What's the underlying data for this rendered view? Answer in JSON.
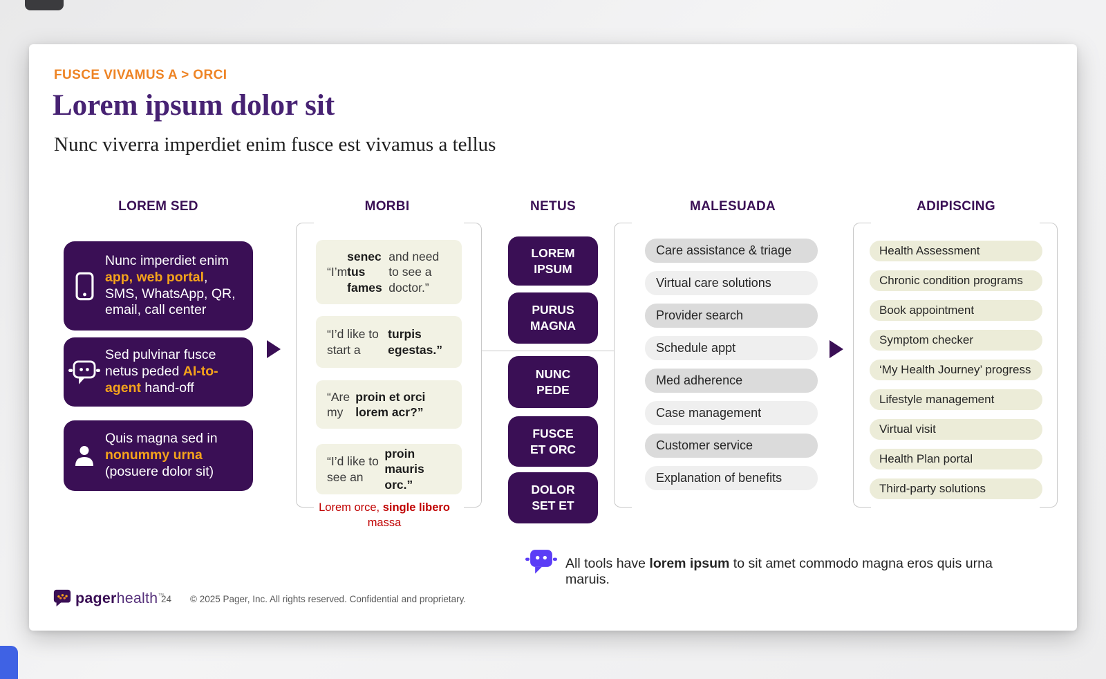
{
  "colors": {
    "brand_purple": "#3a0f55",
    "title_purple": "#472273",
    "accent_orange": "#ee8425",
    "highlight_orange": "#f5a31b",
    "alert_red": "#c00000",
    "robot_blue": "#5b3df6",
    "quote_cream": "#f2f2e4",
    "tool_cream": "#ececd8",
    "pill_gray_dark": "#dbdbdb",
    "pill_gray_light": "#efefef"
  },
  "slide": {
    "eyebrow": "FUSCE VIVAMUS A > ORCI",
    "title": "Lorem ipsum dolor sit",
    "subtitle": "Nunc viverra imperdiet enim fusce est vivamus a tellus"
  },
  "entry": {
    "header": "LOREM SED",
    "boxes": [
      {
        "icon": "smartphone-icon",
        "text": [
          {
            "t": "Nunc imperdiet enim "
          },
          {
            "t": "app, web portal",
            "s": "hl"
          },
          {
            "t": ", SMS, WhatsApp, QR, email, call center"
          }
        ]
      },
      {
        "icon": "chatbot-icon",
        "text": [
          {
            "t": "Sed pulvinar fusce netus peded "
          },
          {
            "t": "AI-to-agent",
            "s": "hl"
          },
          {
            "t": " hand-off"
          }
        ]
      },
      {
        "icon": "person-icon",
        "text": [
          {
            "t": "Quis magna sed in "
          },
          {
            "t": "nonummy urna",
            "s": "hl"
          },
          {
            "t": " (posuere dolor sit)"
          }
        ]
      }
    ]
  },
  "quotes": {
    "header": "MORBI",
    "items": [
      [
        {
          "t": "“I’m "
        },
        {
          "t": "senec tus fames",
          "s": "b"
        },
        {
          "t": " and need to see a doctor.”"
        }
      ],
      [
        {
          "t": "“I’d like to start a "
        },
        {
          "t": "turpis egestas.”",
          "s": "b"
        }
      ],
      [
        {
          "t": "“Are my "
        },
        {
          "t": "proin et orci lorem acr?”",
          "s": "b"
        }
      ],
      [
        {
          "t": "“I’d like to see an "
        },
        {
          "t": "proin mauris orc.”",
          "s": "b"
        }
      ]
    ],
    "caption": [
      {
        "t": "Lorem orce, "
      },
      {
        "t": "single libero",
        "s": "b"
      },
      {
        "t": " massa"
      }
    ]
  },
  "engines": {
    "header": "NETUS",
    "buttons": [
      "LOREM\nIPSUM",
      "PURUS\nMAGNA",
      "NUNC\nPEDE",
      "FUSCE\nET ORC",
      "DOLOR\nSET ET"
    ]
  },
  "services": {
    "header": "MALESUADA",
    "items": [
      "Care assistance & triage",
      "Virtual care solutions",
      "Provider search",
      "Schedule appt",
      "Med adherence",
      "Case management",
      "Customer service",
      "Explanation of benefits"
    ]
  },
  "tools": {
    "header": "ADIPISCING",
    "items": [
      "Health Assessment",
      "Chronic condition programs",
      "Book appointment",
      "Symptom checker",
      "‘My Health Journey’ progress",
      "Lifestyle management",
      "Virtual visit",
      "Health Plan portal",
      "Third-party solutions"
    ]
  },
  "note": {
    "icon": "chatbot-icon",
    "text": [
      {
        "t": "All tools have "
      },
      {
        "t": "lorem ipsum",
        "s": "b"
      },
      {
        "t": " to sit amet commodo magna eros quis urna maruis."
      }
    ]
  },
  "footer": {
    "logo_icon": "pager-logo-icon",
    "brand_bold": "pager",
    "brand_light": "health",
    "trademark": "™",
    "page_number": "24",
    "copyright": "© 2025 Pager, Inc. All rights reserved. Confidential and proprietary."
  }
}
